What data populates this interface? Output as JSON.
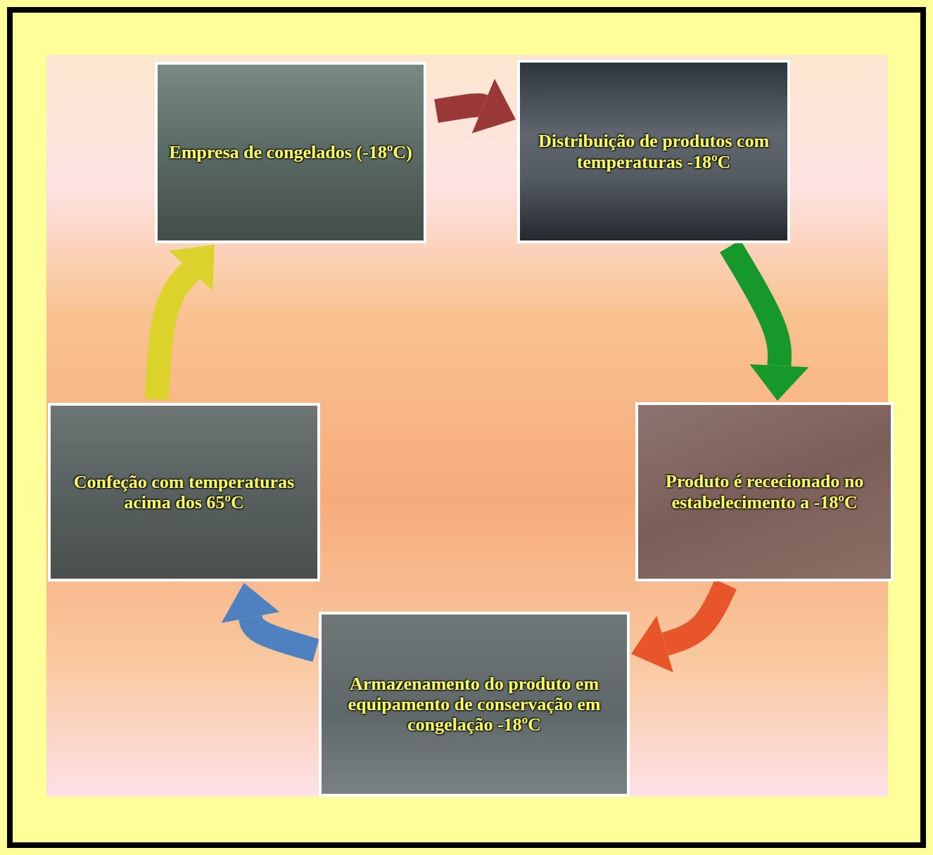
{
  "diagram": {
    "nodes": [
      {
        "text": [
          "Empresa de congelados (-18ºC)"
        ]
      },
      {
        "text": [
          "Distribuição de produtos com temperaturas -18ºC"
        ]
      },
      {
        "text": [
          "Produto é rececionado no estabelecimento a -18ºC"
        ]
      },
      {
        "text": [
          "Armazenamento do produto em equipamento de conservação em congelação -18ºC"
        ]
      },
      {
        "text": [
          "Confeção com temperaturas acima dos 65ºC"
        ]
      }
    ],
    "edges": [
      {
        "from": 0,
        "to": 1,
        "arrow": "to"
      },
      {
        "from": 1,
        "to": 2,
        "arrow": "to"
      },
      {
        "from": 2,
        "to": 3,
        "arrow": "to"
      },
      {
        "from": 3,
        "to": 4,
        "arrow": "to"
      },
      {
        "from": 4,
        "to": 0,
        "arrow": "to"
      }
    ]
  }
}
